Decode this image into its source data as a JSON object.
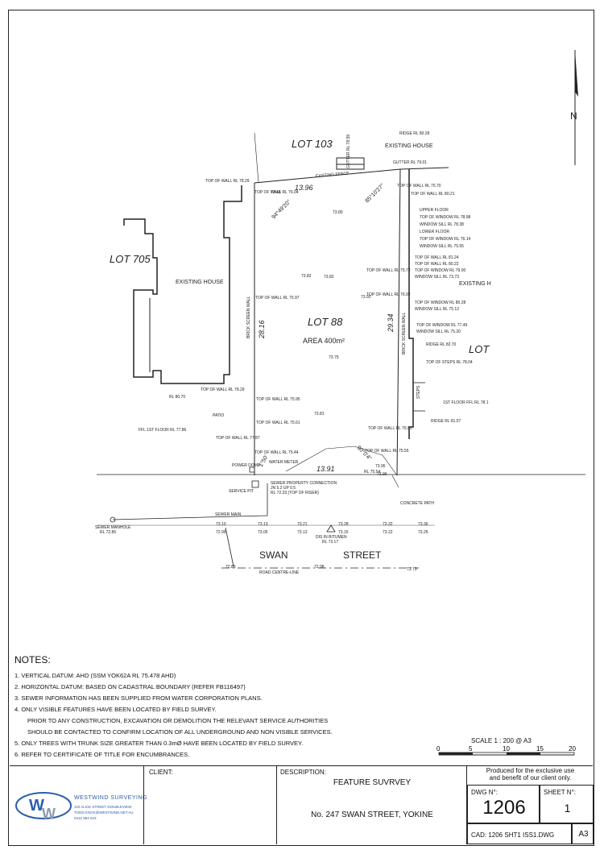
{
  "plan": {
    "lots": {
      "lot103": "LOT 103",
      "lot705": "LOT 705",
      "lot88": "LOT 88",
      "lot_east": "LOT",
      "area": "AREA 400m²"
    },
    "street": {
      "swan": "SWAN",
      "street": "STREET",
      "centreline": "ROAD CENTRE-LINE"
    },
    "dimensions": {
      "north": "13.96",
      "south": "13.91",
      "west": "28.16",
      "east": "29.34"
    },
    "bearings": {
      "b1": "94°49'20\"",
      "b2": "85°10'27\"",
      "b3": "90°0'4\"",
      "b4": "1°50'"
    },
    "labels": {
      "existing_house_n": "EXISTING HOUSE",
      "existing_house_w": "EXISTING HOUSE",
      "existing_house_e": "EXISTING H",
      "existing_fence": "EXISTING FENCE",
      "brick_wall_w": "BRICK SCREEN WALL",
      "brick_wall_e": "BRICK SCREEN WALL",
      "patio": "PATIO",
      "power_dome": "POWER DOME",
      "water_meter": "WATER METER",
      "service_pit": "SERVICE PIT",
      "sewer_main": "SEWER MAIN",
      "sewer_manhole": "SEWER MANHOLE",
      "sewer_manhole_rl": "RL 72.86",
      "sewer_connection_1": "SEWER PROPERTY CONNECTION",
      "sewer_connection_2": "JN 5.2 UP 0.5",
      "sewer_connection_3": "RL 72.33 (TOP OF RISER)",
      "concrete_path": "CONCRETE PATH",
      "dis_bitumen": "DIS IN BITUMEN",
      "dis_rl": "RL 73.17",
      "ffl_w": "FFL 1ST FLOOR RL 77.86",
      "ffl_e": "1ST FLOOR FFL RL 78.1",
      "steps": "STEPS",
      "north_letter": "N"
    },
    "annotations": {
      "ridge_n": "RIDGE RL 80.28",
      "gutter_n": "GUTTER RL 79.01",
      "gutter_rl": "GUTTER RL 78.59",
      "tow_76_04": "TOP OF WALL RL 76.04",
      "tow_78_29a": "TOP OF WALL RL 78.29",
      "tow_75_70": "TOP OF WALL RL 75.70",
      "tow_80_21": "TOP OF WALL RL 80.21",
      "upper_floor": "UPPER FLOOR",
      "upper_top": "TOP OF WINDOW RL 78.98",
      "upper_sill": "WINDOW SILL RL 78.38",
      "lower_floor": "LOWER FLOOR",
      "lower_top": "TOP OF WINDOW RL 76.14",
      "lower_sill": "WINDOW SILL RL 75.55",
      "tow_81_24": "TOP OF WALL RL 81.24",
      "tow_80_22": "TOP OF WALL RL 80.22",
      "tow_79_00": "TOP OF WINDOW RL 79.00",
      "sill_73_73": "WINDOW SILL RL 73.73",
      "tow_75_72": "TOP OF WALL RL 75.72",
      "tow_76_92": "TOP OF WALL RL 76.92",
      "tow_75_97": "TOP OF WALL RL 75.97",
      "tow_80_28": "TOP OF WINDOW RL 80.28",
      "sill_75_13": "WINDOW SILL RL 75.13",
      "tow_77_49": "TOP OF WINDOW RL 77.49",
      "sill_75_20": "WINDOW SILL RL 75.20",
      "ridge_82_70": "RIDGE RL 82.70",
      "steps_78_04": "TOP OF STEPS RL 78.04",
      "tow_78_29b": "TOP OF WALL RL 78.29",
      "tow_80_70": "RL 80.70",
      "tow_75_95": "TOP OF WALL RL 75.95",
      "tow_75_61": "TOP OF WALL RL 75.61",
      "tow_76_91": "TOP OF WALL RL 76.91",
      "ridge_81_57": "RIDGE RL 81.57",
      "tow_77_87": "TOP OF WALL RL 77.87",
      "tow_75_44": "TOP OF WALL RL 75.44",
      "tow_75_55": "TOP OF WALL RL 75.55",
      "tow_75_54": "RL 75.54"
    },
    "spot_levels": [
      "73.82",
      "73.92",
      "73.75",
      "73.82",
      "73.95",
      "73.81",
      "73.80",
      "73.48",
      "73.96",
      "73.10",
      "73.13",
      "73.21",
      "73.28",
      "73.32",
      "73.36",
      "72.99",
      "73.05",
      "73.13",
      "73.15",
      "73.22",
      "73.25",
      "72.89",
      "72.98",
      "72.73"
    ]
  },
  "notes": {
    "title": "NOTES:",
    "n1": "1. VERTICAL DATUM: AHD (SSM YOK62A  RL 75.478 AHD)",
    "n2": "2. HORIZONTAL DATUM: BASED ON CADASTRAL BOUNDARY (REFER  FB116497)",
    "n3": "3. SEWER INFORMATION HAS BEEN SUPPLIED FROM WATER CORPORATION PLANS.",
    "n4": "4. ONLY VISIBLE FEATURES HAVE BEEN LOCATED BY FIELD SURVEY.",
    "n4a": "PRIOR TO ANY CONSTRUCTION, EXCAVATION OR DEMOLITION THE RELEVANT SERVICE AUTHORITIES",
    "n4b": "SHOULD BE CONTACTED TO CONFIRM LOCATION OF ALL UNDERGROUND AND NON VISIBLE SERVICES.",
    "n5": "5. ONLY TREES WITH TRUNK SIZE GREATER THAN 0.3mØ  HAVE BEEN LOCATED BY FIELD SURVEY.",
    "n6": "6. REFER TO CERTIFICATE OF TITLE FOR ENCUMBRANCES."
  },
  "scale": {
    "title": "SCALE 1 : 200 @ A3",
    "ticks": [
      "0",
      "5",
      "10",
      "15",
      "20"
    ]
  },
  "titleblock": {
    "company": "WESTWIND SURVEYING",
    "address": "119 ALICE STREET DOUBLEVIEW",
    "email": "TODD.KNOX@WESTWIND.NET.AU",
    "phone": "0412 884 623",
    "client_label": "CLIENT:",
    "description_label": "DESCRIPTION:",
    "description": "FEATURE SUVRVEY",
    "address_line": "No. 247 SWAN STREET, YOKINE",
    "disclaimer_1": "Produced for the exclusive use",
    "disclaimer_2": "and benefit of our client only.",
    "dwg_label": "DWG N°:",
    "dwg_no": "1206",
    "sheet_label": "SHEET N°:",
    "sheet_no": "1",
    "cad": "CAD: 1206 SHT1 ISS1.DWG",
    "size": "A3"
  }
}
